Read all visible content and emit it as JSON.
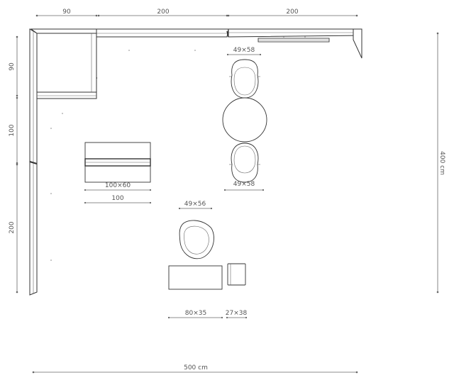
{
  "dimensions": {
    "top_90": "90",
    "top_200_a": "200",
    "top_200_b": "200",
    "left_90": "90",
    "left_100": "100",
    "left_200": "200",
    "right_400": "400 cm",
    "bottom_500": "500 cm",
    "corner_90_horizontal": "90",
    "corner_90_vertical": "90"
  },
  "labels": {
    "chair_top": "49×58",
    "chair_bottom": "49×58",
    "table": "100×60",
    "table_width": "100",
    "armchair": "49×56",
    "bench": "80×35",
    "stool": "27×38"
  }
}
